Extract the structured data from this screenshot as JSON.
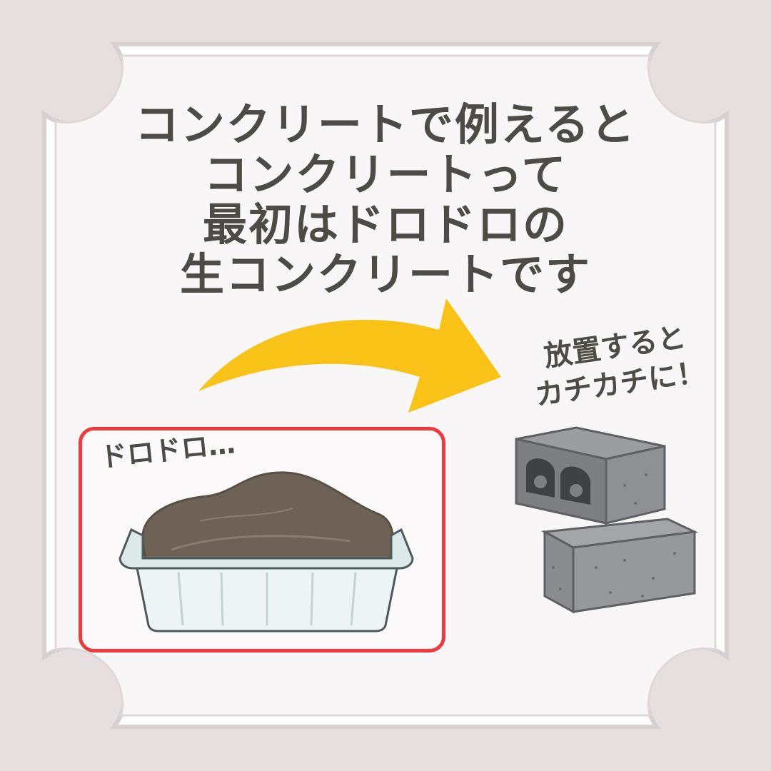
{
  "headline": {
    "lines": [
      "コンクリートで例えると",
      "コンクリートって",
      "最初はドロドロの",
      "生コンクリートです"
    ]
  },
  "note": {
    "lines": [
      "放置すると",
      "カチカチに！"
    ]
  },
  "panel": {
    "label": "ドロドロ…",
    "border_color": "#ee3a3d"
  },
  "colors": {
    "background": "#e6dfdf",
    "card": "#f8f6f6",
    "text": "#4e4a45",
    "arrow": "#f8c316",
    "concrete_wet": "#6e6257",
    "container": "#dde9e9",
    "block": "#8a8c8f"
  },
  "icons": {
    "arrow": "curved-arrow-icon",
    "wet_concrete": "wet-concrete-tray-icon",
    "blocks": "concrete-blocks-icon"
  }
}
